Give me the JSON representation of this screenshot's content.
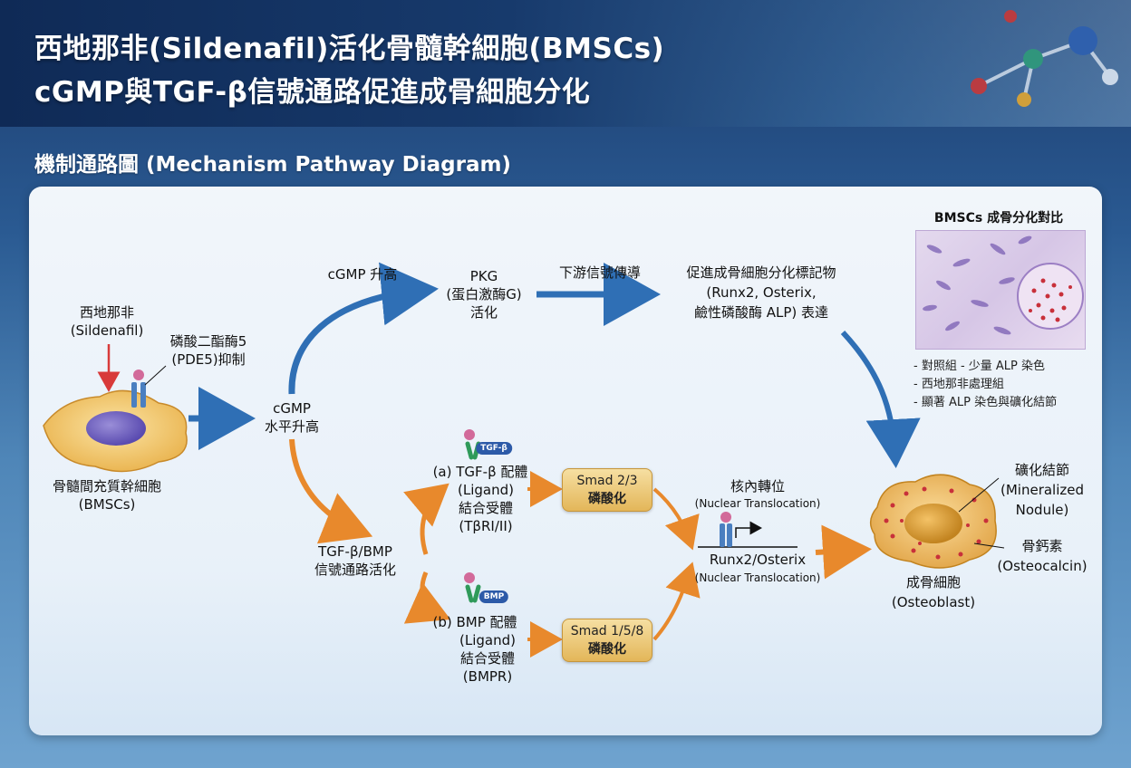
{
  "title": {
    "line1": "西地那非(Sildenafil)活化骨髓幹細胞(BMSCs)",
    "line2": "cGMP與TGF-β信號通路促進成骨細胞分化"
  },
  "subtitle": "機制通路圖 (Mechanism Pathway Diagram)",
  "inputs": {
    "drug_line1": "西地那非",
    "drug_line2": "(Sildenafil)",
    "pde5_line1": "磷酸二酯酶5",
    "pde5_line2": "(PDE5)抑制",
    "bmsc_line1": "骨髓間充質幹細胞",
    "bmsc_line2": "(BMSCs)"
  },
  "cgmp": {
    "node_line1": "cGMP",
    "node_line2": "水平升高",
    "rise_label": "cGMP 升高"
  },
  "pkg": {
    "line1": "PKG",
    "line2": "(蛋白激酶G)",
    "line3": "活化",
    "downstream_label": "下游信號傳導"
  },
  "markers": {
    "line1": "促進成骨細胞分化標記物",
    "line2": "(Runx2, Osterix,",
    "line3": "鹼性磷酸酶 ALP) 表達"
  },
  "tgf_bmp_node": {
    "line1": "TGF-β/BMP",
    "line2": "信號通路活化"
  },
  "branch_a": {
    "tag": "TGF-β",
    "line1": "(a) TGF-β 配體",
    "line2": "(Ligand)",
    "line3": "結合受體",
    "line4": "(TβRI/II)"
  },
  "branch_b": {
    "tag": "BMP",
    "line1": "(b)  BMP 配體",
    "line2": "(Ligand)",
    "line3": "結合受體",
    "line4": "(BMPR)"
  },
  "smad23": {
    "line1": "Smad 2/3",
    "line2": "磷酸化"
  },
  "smad158": {
    "line1": "Smad 1/5/8",
    "line2": "磷酸化"
  },
  "nucleus": {
    "line1": "核內轉位",
    "line2": "(Nuclear Translocation)",
    "gene": "Runx2/Osterix",
    "line3": "(Nuclear Translocation)"
  },
  "osteoblast": {
    "line1": "成骨細胞",
    "line2": "(Osteoblast)",
    "nodule_line1": "礦化結節",
    "nodule_line2": "(Mineralized",
    "nodule_line3": "Nodule)",
    "calcin_line1": "骨鈣素",
    "calcin_line2": "(Osteocalcin)"
  },
  "comparison": {
    "title": "BMSCs 成骨分化對比",
    "items": [
      "- 對照組 - 少量 ALP 染色",
      "- 西地那非處理組",
      "- 顯著 ALP 染色與礦化結節"
    ]
  },
  "colors": {
    "blue_arrow": "#2f6fb5",
    "orange_arrow": "#e8892c",
    "red_arrow": "#d83a3a",
    "header": "#0f2a56"
  }
}
